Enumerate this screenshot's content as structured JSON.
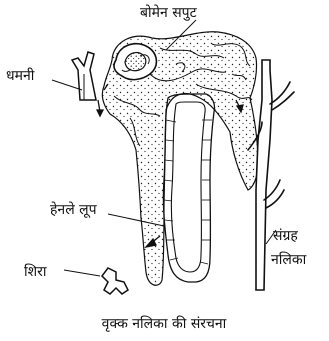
{
  "labels": {
    "bowmans_capsule": "बोमेन सपुट",
    "artery": "धमनी",
    "loop_of_henle": "हेनले लूप",
    "vein": "शिरा",
    "collecting_duct_line1": "संग्रह",
    "collecting_duct_line2": "नलिका"
  },
  "caption": "वृक्क नलिका की संरचना"
}
